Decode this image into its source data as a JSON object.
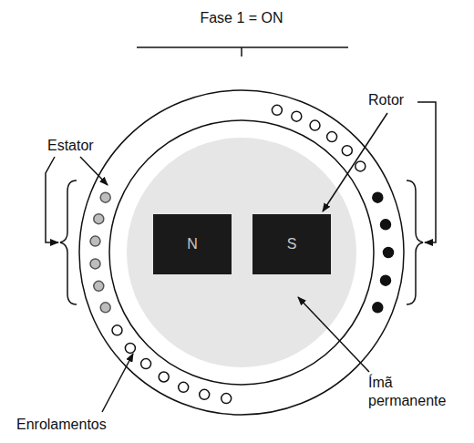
{
  "diagram": {
    "nodes": [
      {
        "text": [
          "N"
        ]
      },
      {
        "text": [
          "S"
        ]
      }
    ],
    "labels": [
      "Fase 1 = ON",
      "Estator",
      "Rotor",
      "Enrolamentos",
      "Ímã permanente"
    ]
  }
}
